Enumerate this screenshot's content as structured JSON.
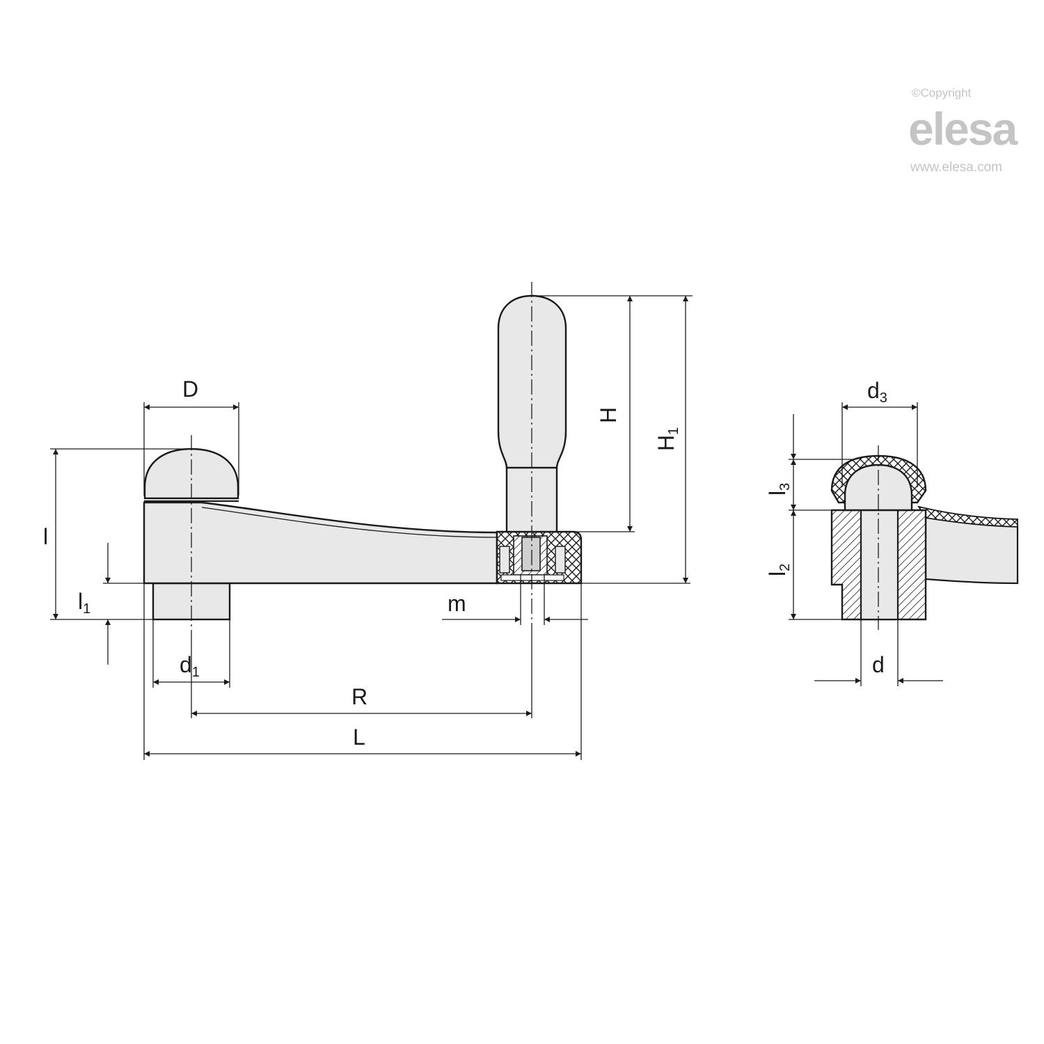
{
  "watermark": {
    "copyright": "©Copyright",
    "brand": "elesa",
    "url": "www.elesa.com"
  },
  "dimensions": {
    "D": {
      "base": "D",
      "sub": ""
    },
    "l": {
      "base": "l",
      "sub": ""
    },
    "l1": {
      "base": "l",
      "sub": "1"
    },
    "d1": {
      "base": "d",
      "sub": "1"
    },
    "R": {
      "base": "R",
      "sub": ""
    },
    "L": {
      "base": "L",
      "sub": ""
    },
    "m": {
      "base": "m",
      "sub": ""
    },
    "H": {
      "base": "H",
      "sub": ""
    },
    "H1": {
      "base": "H",
      "sub": "1"
    },
    "d3": {
      "base": "d",
      "sub": "3"
    },
    "l3": {
      "base": "l",
      "sub": "3"
    },
    "l2": {
      "base": "l",
      "sub": "2"
    },
    "d": {
      "base": "d",
      "sub": ""
    }
  },
  "colors": {
    "part_fill": "#e8e8e8",
    "line": "#1a1a1a",
    "watermark": "#c4c4c4"
  }
}
